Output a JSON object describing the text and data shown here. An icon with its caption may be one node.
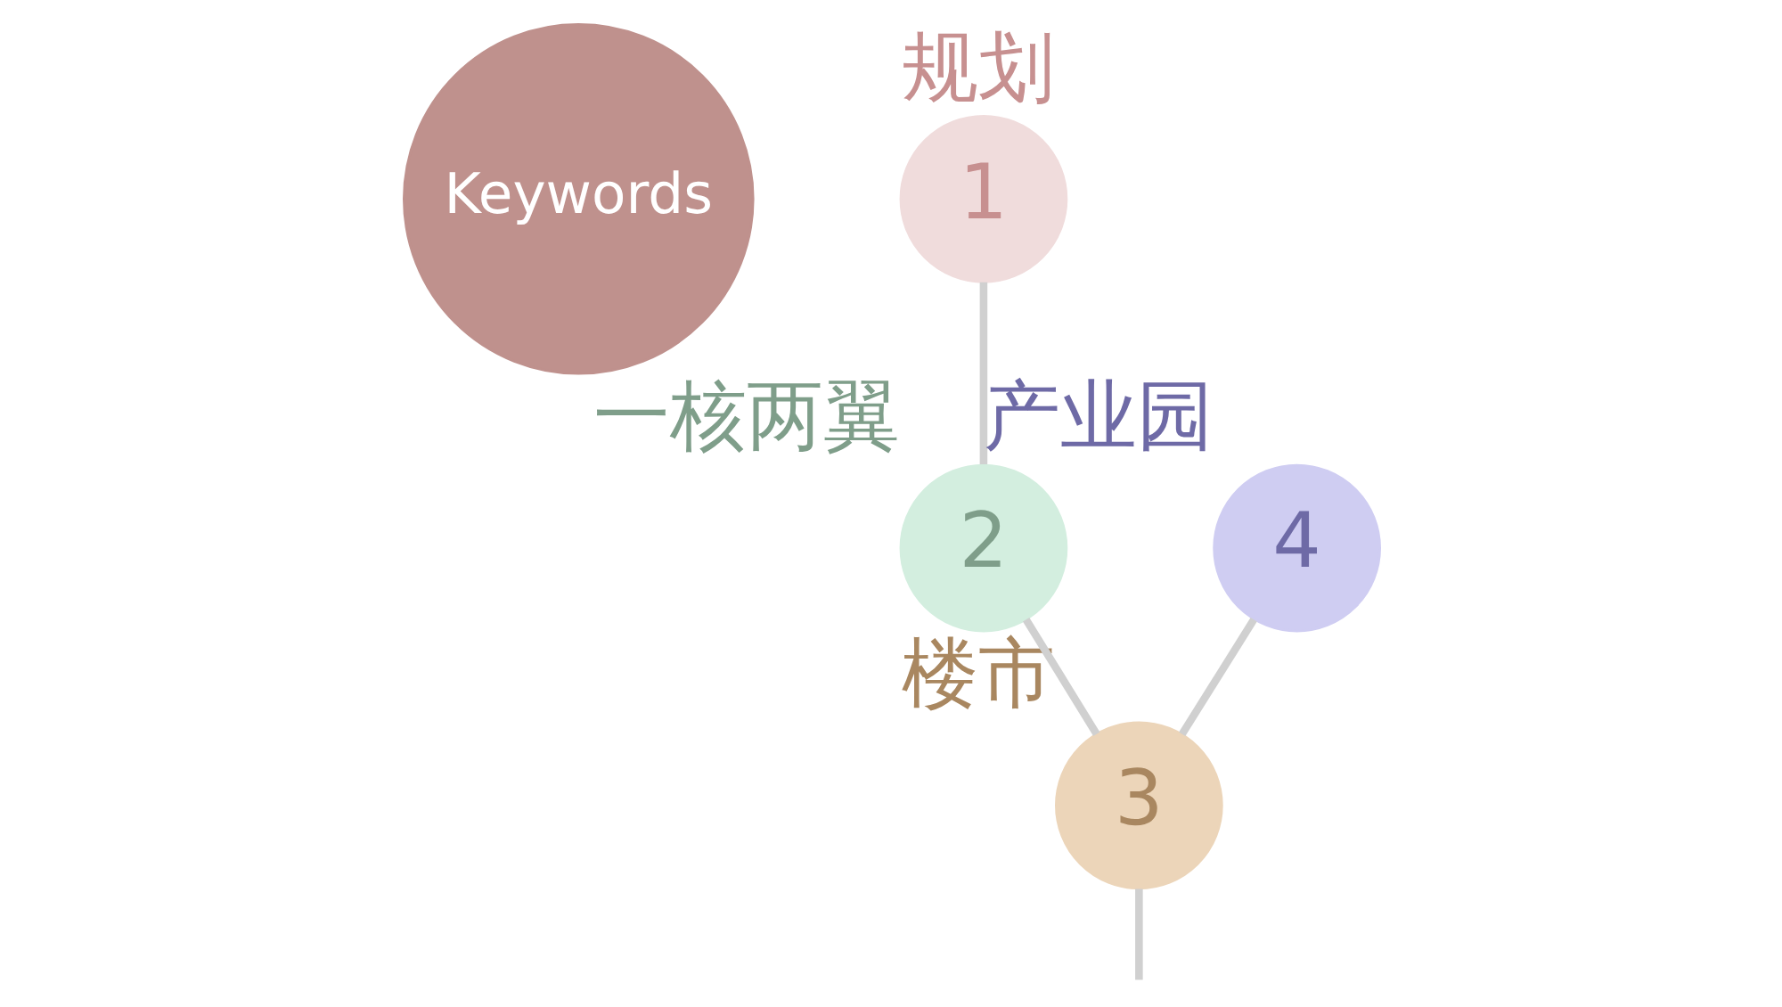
{
  "diagram": {
    "nodes": [
      {
        "text": [
          "Keywords"
        ]
      },
      {
        "text": [
          "1"
        ],
        "beside": [
          "规划"
        ]
      },
      {
        "text": [
          "2"
        ],
        "beside": [
          "一核两翼"
        ]
      },
      {
        "text": [
          "3"
        ],
        "beside": [
          "楼市"
        ]
      },
      {
        "text": [
          "4"
        ],
        "beside": [
          "产业园"
        ]
      }
    ],
    "edges": [
      {
        "from": 1,
        "to": 2,
        "arrow": "none"
      },
      {
        "from": 2,
        "to": 3,
        "arrow": "none"
      },
      {
        "from": 4,
        "to": 3,
        "arrow": "none"
      },
      {
        "from": 3,
        "to": null,
        "arrow": "none"
      }
    ]
  }
}
